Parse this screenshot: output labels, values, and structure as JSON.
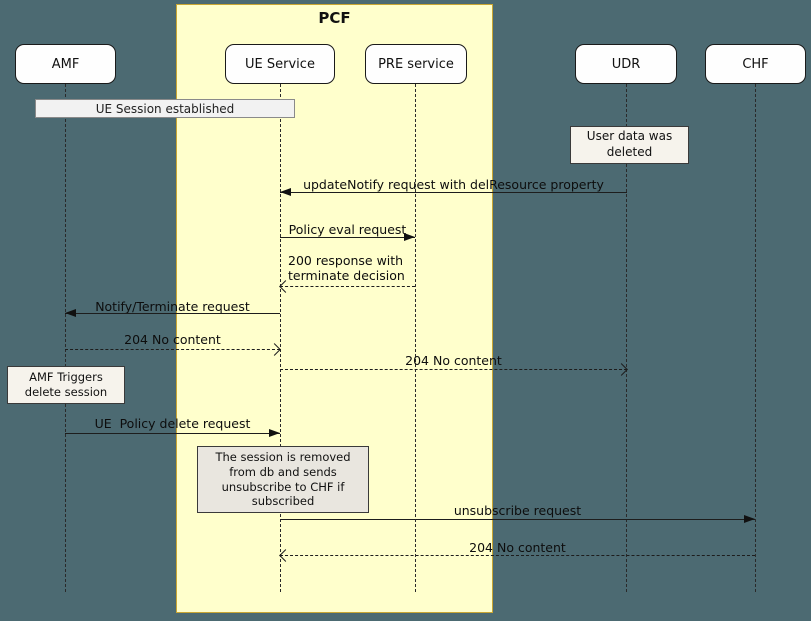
{
  "colors": {
    "background": "#4C6A72",
    "frame_fill": "#FFFFCC",
    "frame_border": "#C9A633",
    "participant_fill": "#FEFEFE",
    "note_fill": "#F6F3EC",
    "note_fill_gray": "#E9E6DF",
    "divider_fill": "#F2F2F2",
    "line_color": "#1d1d1d"
  },
  "frame": {
    "title": "PCF"
  },
  "participants": [
    {
      "label": "AMF"
    },
    {
      "label": "UE Service"
    },
    {
      "label": "PRE service"
    },
    {
      "label": "UDR"
    },
    {
      "label": "CHF"
    }
  ],
  "divider": {
    "label": "UE Session established"
  },
  "notes": [
    {
      "label": "User data was deleted",
      "anchor": "UDR"
    },
    {
      "label": "AMF Triggers delete session",
      "anchor": "AMF"
    },
    {
      "label": "The session is removed from db and sends unsubscribe to CHF if subscribed",
      "anchor": "UE Service"
    }
  ],
  "messages": [
    {
      "label": "updateNotify request with delResource property",
      "from": "UDR",
      "to": "UE Service",
      "line": "solid"
    },
    {
      "label": "Policy eval request",
      "from": "UE Service",
      "to": "PRE service",
      "line": "solid"
    },
    {
      "label": "200 response with terminate decision",
      "from": "PRE service",
      "to": "UE Service",
      "line": "dashed"
    },
    {
      "label": "Notify/Terminate request",
      "from": "UE Service",
      "to": "AMF",
      "line": "solid"
    },
    {
      "label": "204 No content",
      "from": "AMF",
      "to": "UE Service",
      "line": "dashed"
    },
    {
      "label": "204 No content",
      "from": "UE Service",
      "to": "UDR",
      "line": "dashed"
    },
    {
      "label": "UE  Policy delete request",
      "from": "AMF",
      "to": "UE Service",
      "line": "solid"
    },
    {
      "label": "unsubscribe request",
      "from": "UE Service",
      "to": "CHF",
      "line": "solid"
    },
    {
      "label": "204 No content",
      "from": "CHF",
      "to": "UE Service",
      "line": "dashed"
    }
  ]
}
